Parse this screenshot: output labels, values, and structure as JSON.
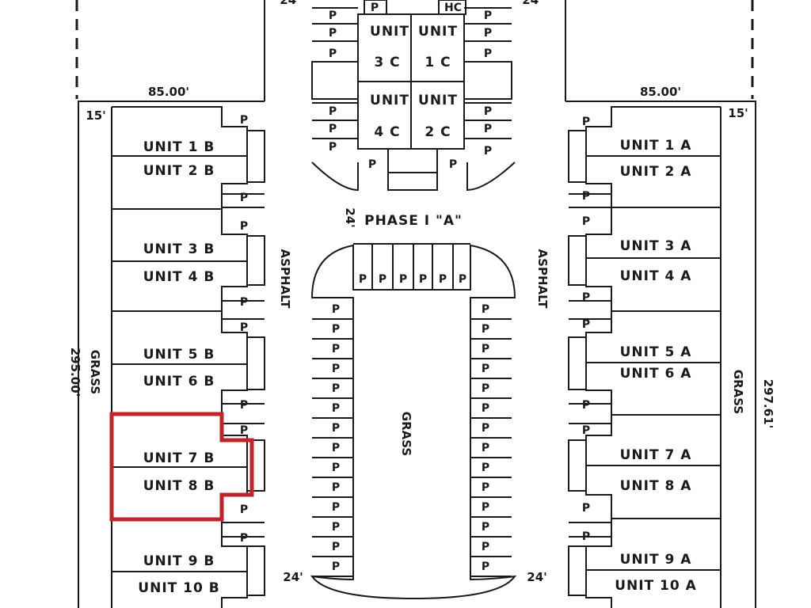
{
  "units_b": [
    "UNIT 1 B",
    "UNIT 2 B",
    "UNIT 3 B",
    "UNIT 4 B",
    "UNIT 5 B",
    "UNIT 6 B",
    "UNIT 7 B",
    "UNIT 8 B",
    "UNIT 9 B",
    "UNIT 10 B"
  ],
  "units_a": [
    "UNIT 1 A",
    "UNIT 2 A",
    "UNIT 3 A",
    "UNIT 4 A",
    "UNIT 5 A",
    "UNIT 6 A",
    "UNIT 7 A",
    "UNIT 8 A",
    "UNIT 9 A",
    "UNIT 10 A"
  ],
  "units_c": {
    "unit_word": "UNIT",
    "c3": "3 C",
    "c1": "1 C",
    "c4": "4 C",
    "c2": "2 C"
  },
  "phase_title": "PHASE I \"A\"",
  "asphalt": "ASPHALT",
  "grass": "GRASS",
  "parking_symbol": "P",
  "handicap_symbol": "HC",
  "dims": {
    "top_left": "85.00'",
    "top_right": "85.00'",
    "setback_left": "15'",
    "setback_right": "15'",
    "left_side": "295.00'",
    "right_side": "297.61'",
    "drive": "24'",
    "top_partial": "24'"
  },
  "highlight_color": "#c0242b"
}
